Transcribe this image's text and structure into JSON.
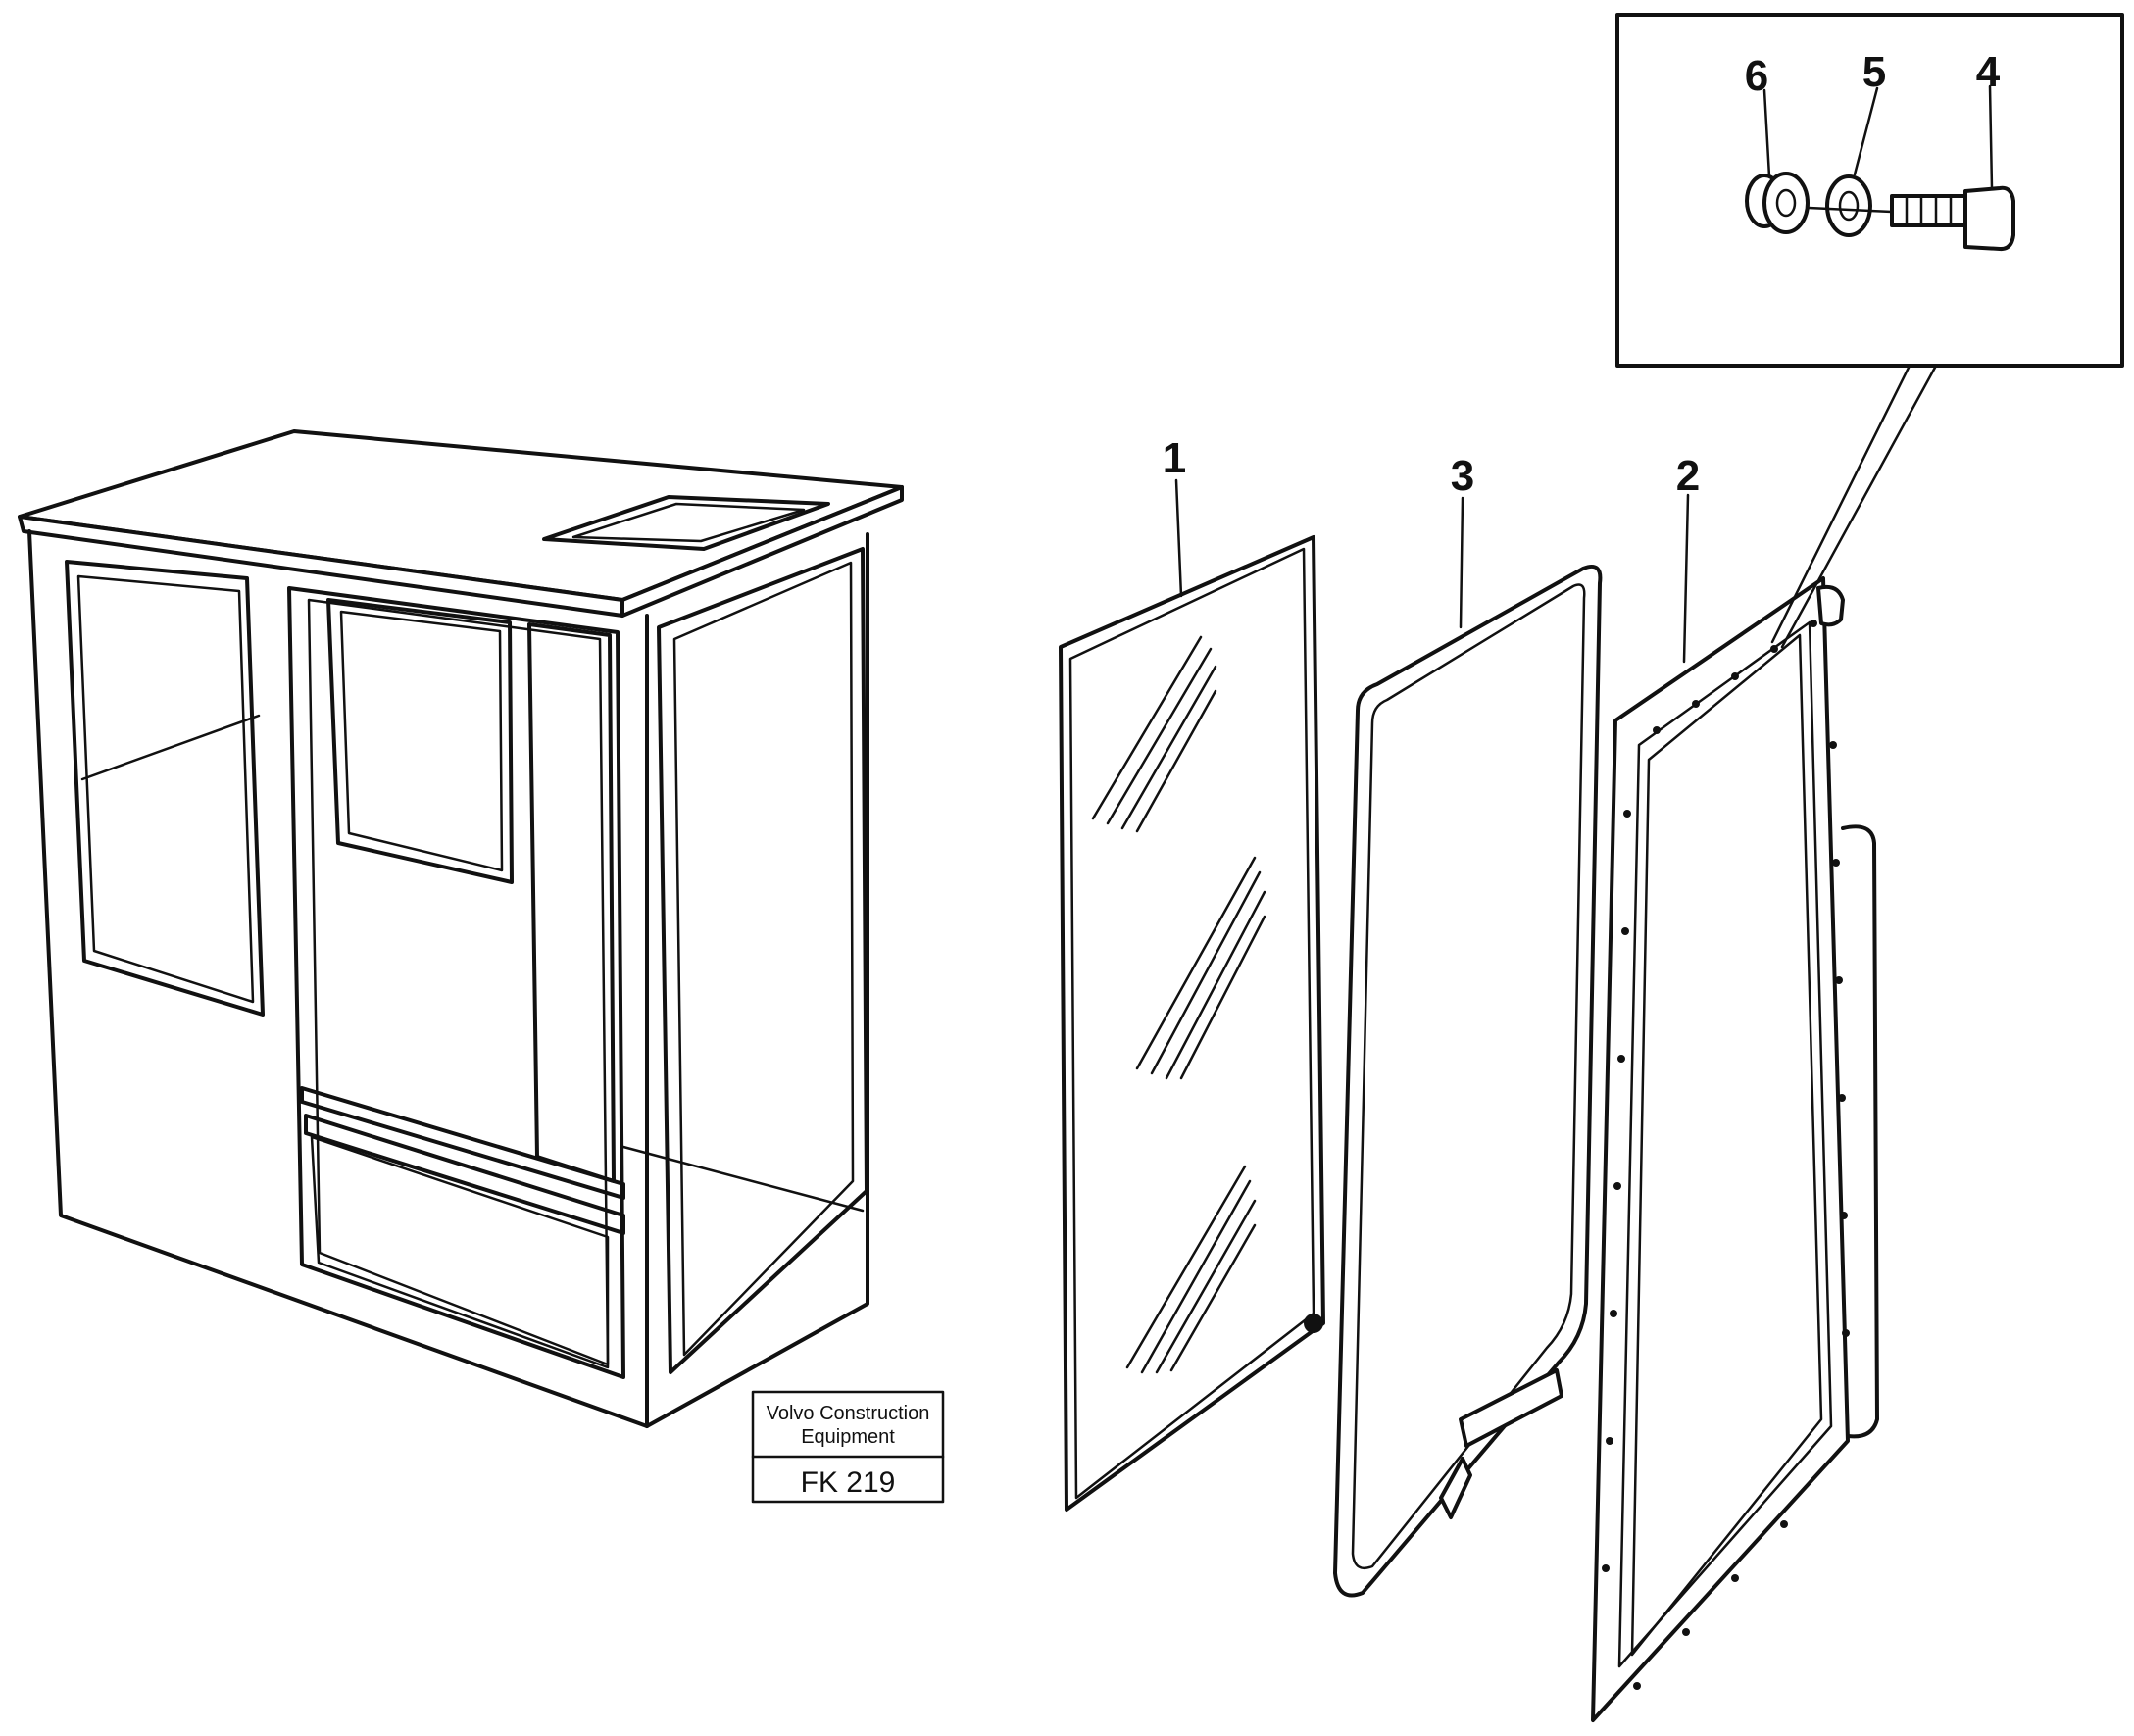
{
  "callouts": {
    "glass": "1",
    "frame": "2",
    "seal": "3",
    "screw": "4",
    "washer": "5",
    "bushing": "6"
  },
  "stamp": {
    "company_line1": "Volvo Construction",
    "company_line2": "Equipment",
    "code": "FK 219"
  }
}
